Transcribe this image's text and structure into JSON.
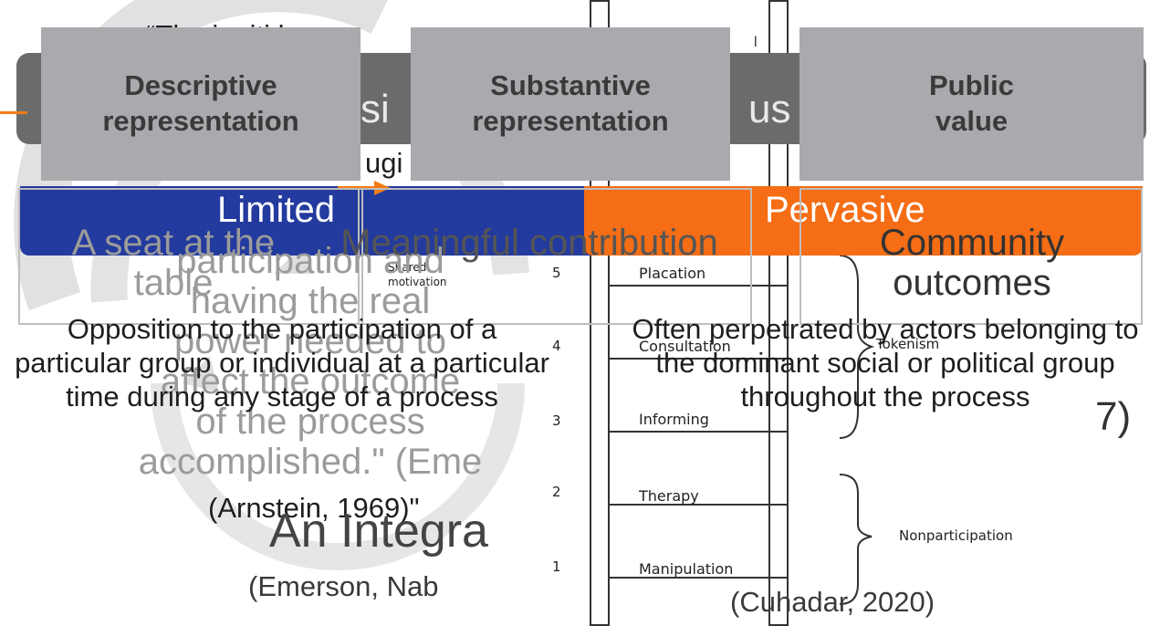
{
  "background": {
    "quote_fragment_top": "“The  i       criti   l",
    "quote_fragment_2": "ugi",
    "cycle_labels": [
      "Shared",
      "motivation"
    ],
    "grey_band_fragments": [
      "si",
      "us"
    ],
    "quote_lines": [
      "participation and",
      "having the real",
      "power needed to",
      "affect the outcome",
      "of the process",
      "accomplished.\" (Eme"
    ],
    "quote_citation": "(Arnstein, 1969)\"",
    "integrated_fragment": "An Integra",
    "integrated_citation": "(Emerson, Nab",
    "citation_suffix": "7)",
    "top_right_fragment": "l"
  },
  "ladder": {
    "rungs": [
      {
        "number": "5",
        "label": "Placation"
      },
      {
        "number": "4",
        "label": "Consultation"
      },
      {
        "number": "3",
        "label": "Informing"
      },
      {
        "number": "2",
        "label": "Therapy"
      },
      {
        "number": "1",
        "label": "Manipulation"
      }
    ],
    "tokenism_label": "Tokenism",
    "nonparticipation_label": "Nonparticipation"
  },
  "columns": [
    {
      "header": "Descriptive representation",
      "label": "A seat at the table",
      "body": "Opposition to the participation of a particular group or individual at a particular time during any stage of a process"
    },
    {
      "header": "Substantive representation",
      "label": "Meaningful contribution",
      "body": "Often perpetrated by actors belonging to the dominant social or political group throughout the process"
    },
    {
      "header": "Public value",
      "label": "Community outcomes",
      "body": ""
    }
  ],
  "bands": {
    "limited": "Limited",
    "pervasive": "Pervasive"
  },
  "citation": "(Cuhadar, 2020)",
  "colors": {
    "header_grey": "#a8aaad",
    "band_blue": "#233a9e",
    "band_orange": "#f56d14",
    "dark_band": "#6b6b6b",
    "accent_arrow": "#f57c14"
  }
}
